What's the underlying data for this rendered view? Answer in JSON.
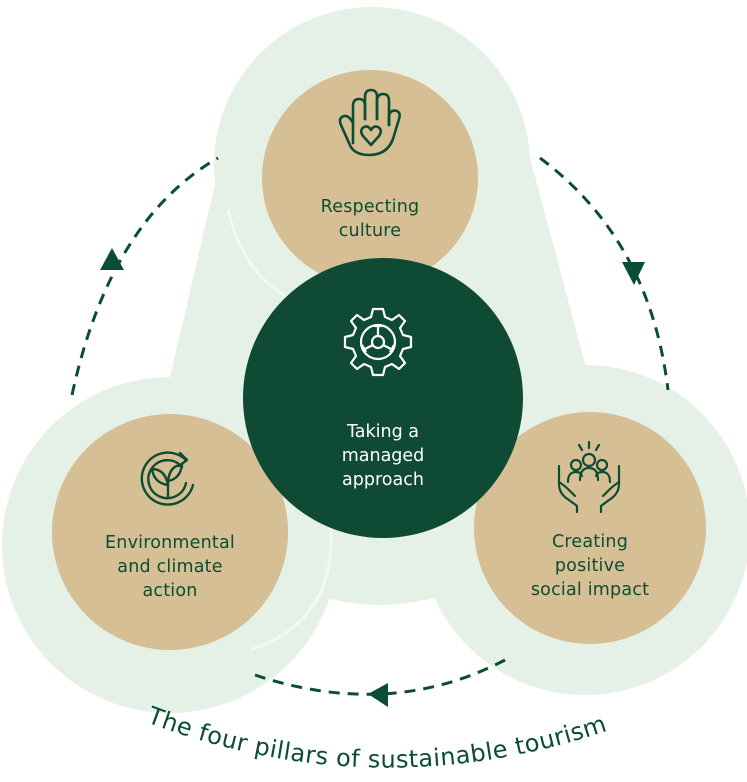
{
  "colors": {
    "blob": "#e5f0e6",
    "outer_ring": "#dcebdf",
    "pillar_fill": "#d6bf95",
    "center_fill": "#0e4a34",
    "icon_stroke": "#0b4d32",
    "arrow": "#0b4d32",
    "caption": "#0b4d32"
  },
  "center": {
    "icon": "gear-icon",
    "lines": [
      "Taking a",
      "managed",
      "approach"
    ]
  },
  "pillars": [
    {
      "id": "culture",
      "icon": "hand-heart-icon",
      "lines": [
        "Respecting",
        "culture"
      ]
    },
    {
      "id": "environment",
      "icon": "leaf-cycle-icon",
      "lines": [
        "Environmental",
        "and climate",
        "action"
      ]
    },
    {
      "id": "social",
      "icon": "hands-people-icon",
      "lines": [
        "Creating",
        "positive",
        "social impact"
      ]
    }
  ],
  "caption": "The four pillars of sustainable tourism"
}
